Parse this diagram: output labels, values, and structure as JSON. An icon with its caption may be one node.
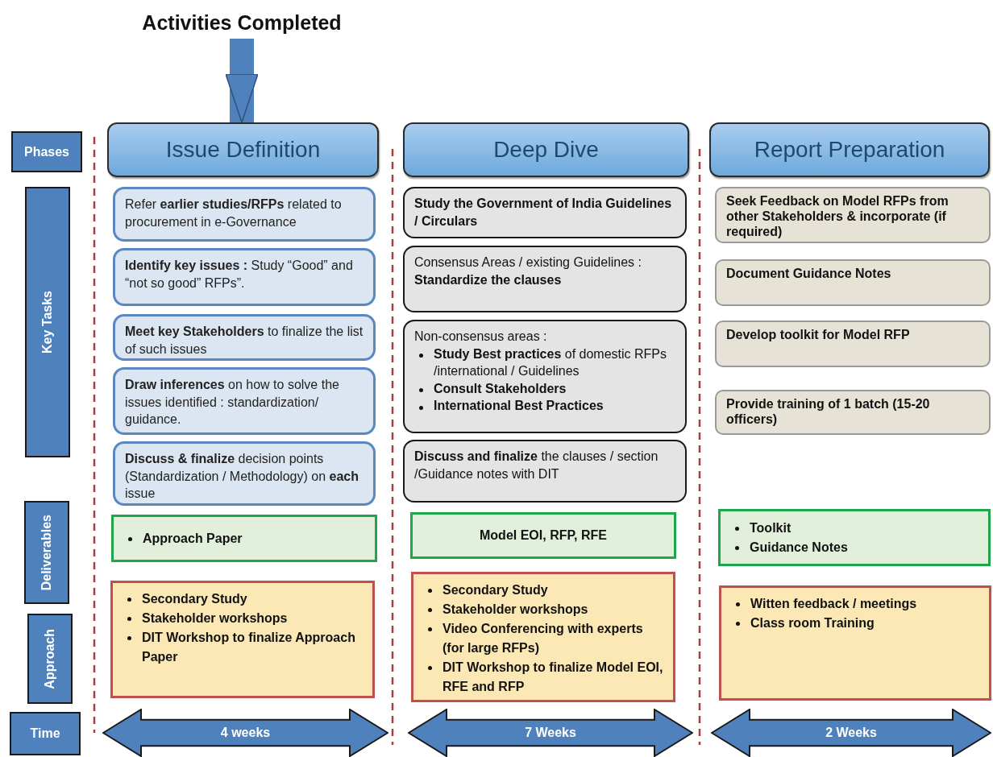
{
  "diagram": {
    "nodes": [
      {
        "text": [
          "Activities Completed"
        ]
      },
      {
        "text": [
          "Phases"
        ]
      },
      {
        "text": [
          "Issue Definition"
        ]
      },
      {
        "text": [
          "Deep Dive"
        ]
      },
      {
        "text": [
          "Report Preparation"
        ]
      },
      {
        "text": [
          "Key Tasks"
        ]
      },
      {
        "text": [
          "Refer **earlier studies/RFPs** related to procurement in e-Governance"
        ]
      },
      {
        "text": [
          "**Identify key issues :** Study “Good” and “not so good” RFPs”."
        ]
      },
      {
        "text": [
          "**Meet key Stakeholders** to finalize the list of such issues"
        ]
      },
      {
        "text": [
          "**Draw inferences** on how to solve the issues identified : standardization/ guidance."
        ]
      },
      {
        "text": [
          "**Discuss & finalize** decision points (Standardization / Methodology) on **each** issue"
        ]
      },
      {
        "text": [
          "Study the Government of India Guidelines / Circulars"
        ]
      },
      {
        "text": [
          "Consensus Areas / existing Guidelines : **Standardize the clauses**"
        ]
      },
      {
        "text": [
          "Non-consensus areas :",
          "**Study Best practices** of domestic RFPs /international / Guidelines",
          "Consult Stakeholders",
          "International Best Practices"
        ]
      },
      {
        "text": [
          "**Discuss and finalize** the clauses / section /Guidance notes with DIT"
        ]
      },
      {
        "text": [
          "Seek Feedback on Model RFPs from other Stakeholders & incorporate (if required)"
        ]
      },
      {
        "text": [
          "Document Guidance Notes"
        ]
      },
      {
        "text": [
          "Develop toolkit for Model RFP"
        ]
      },
      {
        "text": [
          "Provide training of 1 batch (15-20 officers)"
        ]
      },
      {
        "text": [
          "Deliverables"
        ]
      },
      {
        "text": [
          "Approach Paper"
        ]
      },
      {
        "text": [
          "Model EOI, RFP, RFE"
        ]
      },
      {
        "text": [
          "Toolkit",
          "Guidance Notes"
        ]
      },
      {
        "text": [
          "Approach"
        ]
      },
      {
        "text": [
          "Secondary Study",
          "Stakeholder workshops",
          "DIT Workshop to finalize Approach Paper"
        ]
      },
      {
        "text": [
          "Secondary Study",
          "Stakeholder workshops",
          "Video Conferencing with experts (for large RFPs)",
          "DIT Workshop to finalize Model EOI, RFE and RFP"
        ]
      },
      {
        "text": [
          "Witten feedback / meetings",
          "Class room Training"
        ]
      },
      {
        "text": [
          "Time"
        ]
      },
      {
        "text": [
          "4 weeks"
        ]
      },
      {
        "text": [
          "7 Weeks"
        ]
      },
      {
        "text": [
          "2 Weeks"
        ]
      }
    ],
    "edges": [
      {
        "from": 0,
        "to": 2,
        "arrow": "to"
      }
    ]
  }
}
